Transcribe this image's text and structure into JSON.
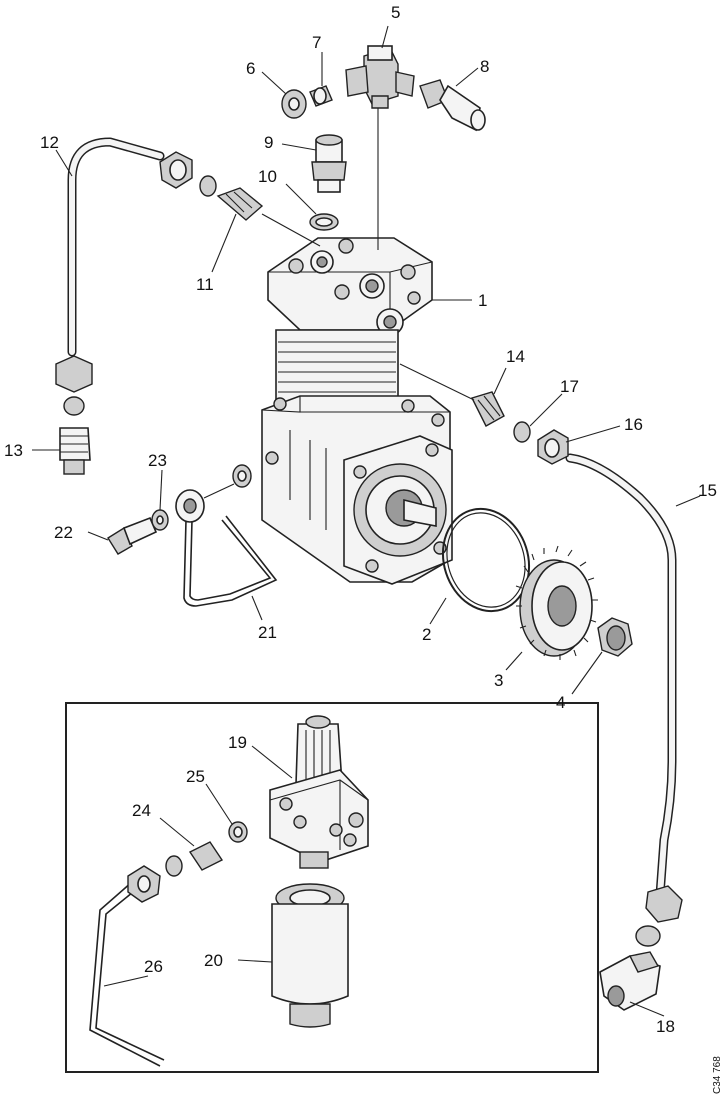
{
  "diagram": {
    "callouts": [
      {
        "id": "c1",
        "text": "1"
      },
      {
        "id": "c2",
        "text": "2"
      },
      {
        "id": "c3",
        "text": "3"
      },
      {
        "id": "c4",
        "text": "4"
      },
      {
        "id": "c5",
        "text": "5"
      },
      {
        "id": "c6",
        "text": "6"
      },
      {
        "id": "c7",
        "text": "7"
      },
      {
        "id": "c8",
        "text": "8"
      },
      {
        "id": "c9",
        "text": "9"
      },
      {
        "id": "c10",
        "text": "10"
      },
      {
        "id": "c11",
        "text": "11"
      },
      {
        "id": "c12",
        "text": "12"
      },
      {
        "id": "c13",
        "text": "13"
      },
      {
        "id": "c14",
        "text": "14"
      },
      {
        "id": "c15",
        "text": "15"
      },
      {
        "id": "c16",
        "text": "16"
      },
      {
        "id": "c17",
        "text": "17"
      },
      {
        "id": "c18",
        "text": "18"
      },
      {
        "id": "c19",
        "text": "19"
      },
      {
        "id": "c20",
        "text": "20"
      },
      {
        "id": "c21",
        "text": "21"
      },
      {
        "id": "c22",
        "text": "22"
      },
      {
        "id": "c23",
        "text": "23"
      },
      {
        "id": "c24",
        "text": "24"
      },
      {
        "id": "c25",
        "text": "25"
      },
      {
        "id": "c26",
        "text": "26"
      }
    ],
    "figure_code": "C34 768"
  }
}
